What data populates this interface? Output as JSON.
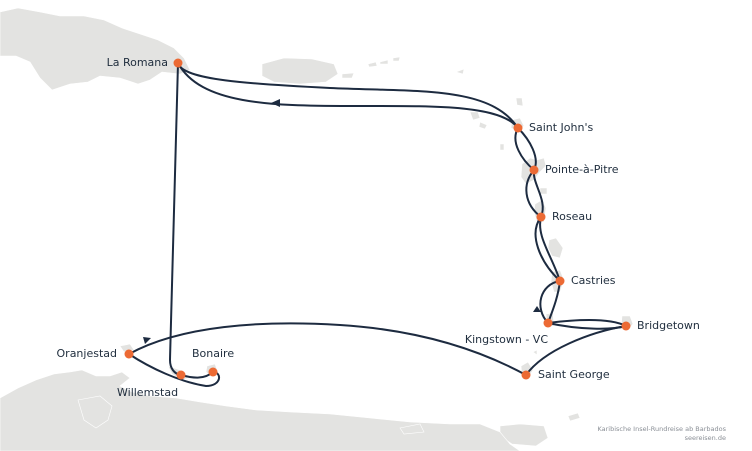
{
  "ports": {
    "la_romana": "La Romana",
    "saint_johns": "Saint John's",
    "pointe_a_pitre": "Pointe-à-Pitre",
    "roseau": "Roseau",
    "castries": "Castries",
    "kingstown": "Kingstown - VC",
    "bridgetown": "Bridgetown",
    "saint_george": "Saint George",
    "oranjestad": "Oranjestad",
    "bonaire": "Bonaire",
    "willemstad": "Willemstad"
  },
  "credit": {
    "line1": "Karibische Insel-Rundreise ab Barbados",
    "line2": "seereisen.de"
  },
  "colors": {
    "route": "#1d2b40",
    "port_marker": "#ec6a34",
    "land": "#e3e3e1",
    "sea": "#ffffff"
  }
}
